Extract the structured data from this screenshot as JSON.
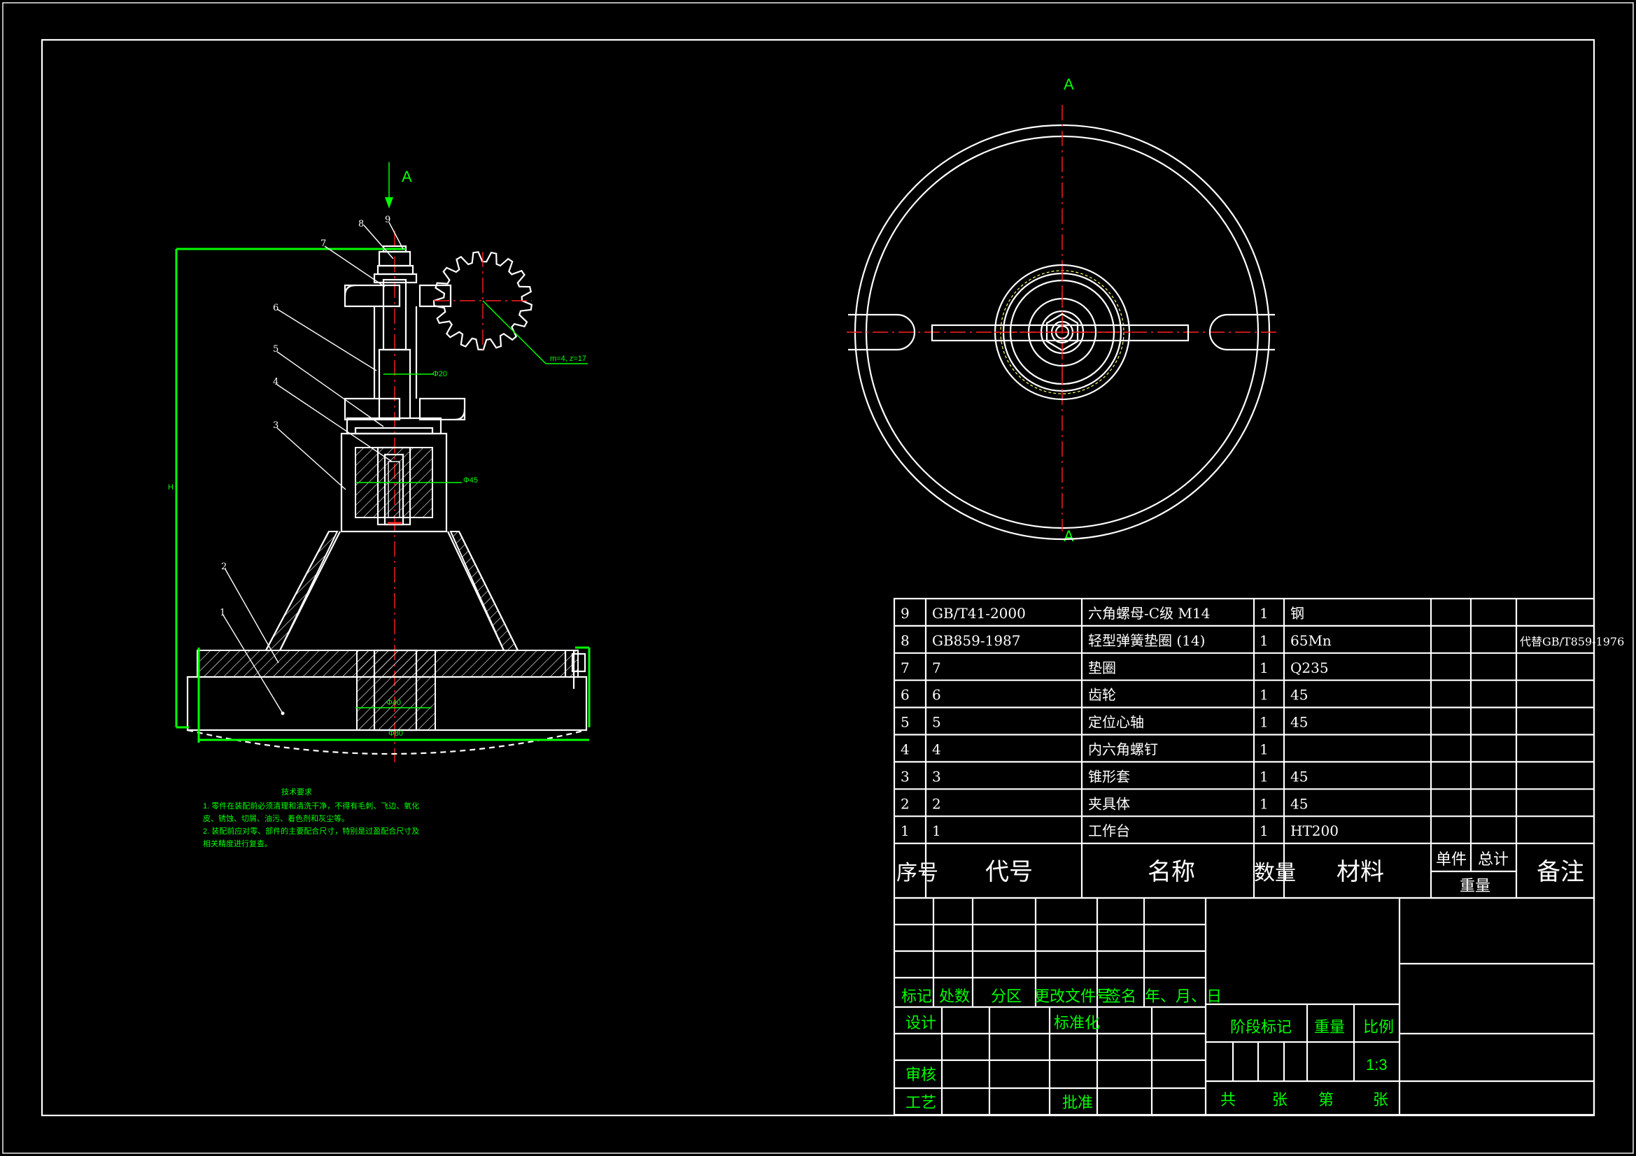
{
  "view_label_side": "A",
  "view_label_top": "A",
  "balloons": [
    "1",
    "2",
    "3",
    "4",
    "5",
    "6",
    "7",
    "8",
    "9"
  ],
  "gear_note": "m=4, z=17",
  "dimensions": {
    "height": "H",
    "base_width": "Φ80",
    "bore_dim": "Φ40",
    "mid_dim": "Φ45",
    "upper_dim": "Φ20"
  },
  "tech_requirements": {
    "title": "技术要求",
    "line1": "1. 零件在装配前必须清理和清洗干净，不得有毛刺、飞边、氧化",
    "line2": "皮、锈蚀、切屑、油污、着色剂和灰尘等。",
    "line3": "2. 装配前应对零、部件的主要配合尺寸，特别是过盈配合尺寸及",
    "line4": "相关精度进行复查。"
  },
  "bom": {
    "rows": [
      {
        "no": "9",
        "code": "GB/T41-2000",
        "name": "六角螺母-C级 M14",
        "qty": "1",
        "material": "钢",
        "remark": ""
      },
      {
        "no": "8",
        "code": "GB859-1987",
        "name": "轻型弹簧垫圈 (14)",
        "qty": "1",
        "material": "65Mn",
        "remark": "代替GB/T859-1976"
      },
      {
        "no": "7",
        "code": "7",
        "name": "垫圈",
        "qty": "1",
        "material": "Q235",
        "remark": ""
      },
      {
        "no": "6",
        "code": "6",
        "name": "齿轮",
        "qty": "1",
        "material": "45",
        "remark": ""
      },
      {
        "no": "5",
        "code": "5",
        "name": "定位心轴",
        "qty": "1",
        "material": "45",
        "remark": ""
      },
      {
        "no": "4",
        "code": "4",
        "name": "内六角螺钉",
        "qty": "1",
        "material": "",
        "remark": ""
      },
      {
        "no": "3",
        "code": "3",
        "name": "锥形套",
        "qty": "1",
        "material": "45",
        "remark": ""
      },
      {
        "no": "2",
        "code": "2",
        "name": "夹具体",
        "qty": "1",
        "material": "45",
        "remark": ""
      },
      {
        "no": "1",
        "code": "1",
        "name": "工作台",
        "qty": "1",
        "material": "HT200",
        "remark": ""
      }
    ],
    "headers": {
      "no": "序号",
      "code": "代号",
      "name": "名称",
      "qty": "数量",
      "material": "材料",
      "unit_weight": "单件",
      "total_weight": "总计",
      "weight": "重量",
      "remark": "备注"
    }
  },
  "title_block": {
    "mark": "标记",
    "places": "处数",
    "zone": "分区",
    "change_doc": "更改文件号",
    "signature": "签名",
    "date": "年、月、日",
    "design": "设计",
    "standardize": "标准化",
    "check": "审核",
    "process": "工艺",
    "approve": "批准",
    "stage_mark": "阶段标记",
    "weight": "重量",
    "scale_label": "比例",
    "scale_value": "1:3",
    "total": "共",
    "sheets": "张",
    "sheet_no": "第",
    "sheet": "张"
  },
  "colors": {
    "background": "#000000",
    "outline": "#ffffff",
    "dimension": "#00ff00",
    "centerline": "#ff2020"
  }
}
